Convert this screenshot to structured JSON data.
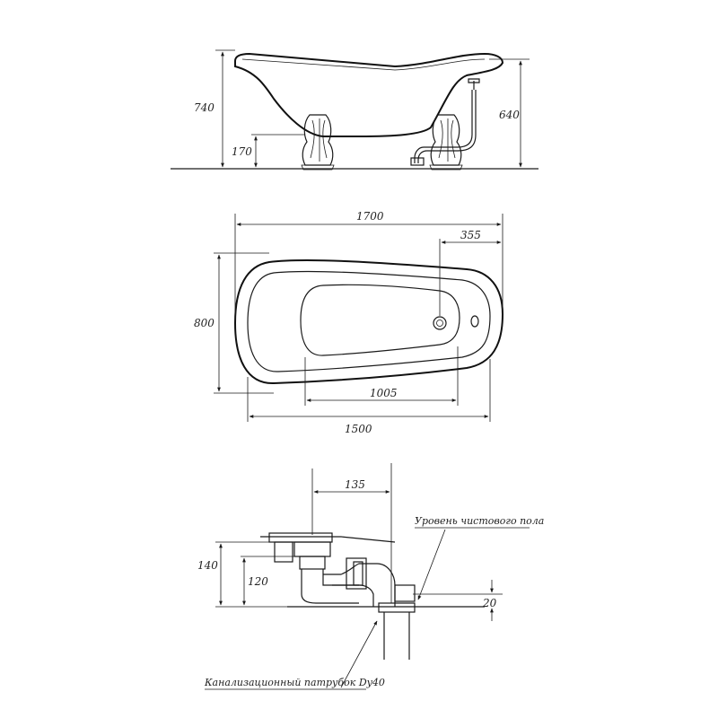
{
  "side_view": {
    "dim_total_height": "740",
    "dim_rim_height": "640",
    "dim_leg_height": "170"
  },
  "top_view": {
    "dim_length": "1700",
    "dim_drain_offset": "355",
    "dim_width": "800",
    "dim_inner_length": "1005",
    "dim_base_length": "1500"
  },
  "drain_detail": {
    "dim_offset": "135",
    "dim_height_140": "140",
    "dim_height_120": "120",
    "dim_floor_20": "20",
    "label_floor_level": "Уровень чистового пола",
    "label_sewer_pipe": "Канализационный патрубок Dy40"
  }
}
